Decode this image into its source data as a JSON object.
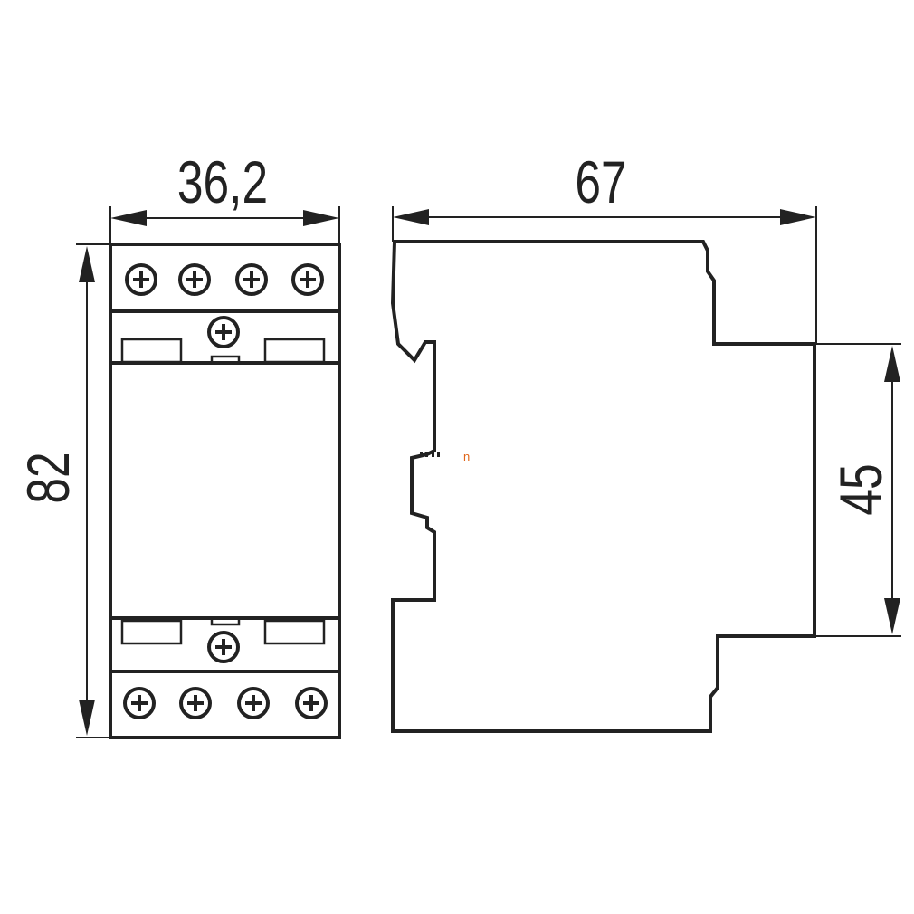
{
  "dimensions": {
    "front_width": "36,2",
    "front_height": "82",
    "side_depth": "67",
    "side_height": "45"
  },
  "marker_text": "n",
  "colors": {
    "line": "#222222",
    "background": "#ffffff",
    "marker": "#e0661a"
  }
}
